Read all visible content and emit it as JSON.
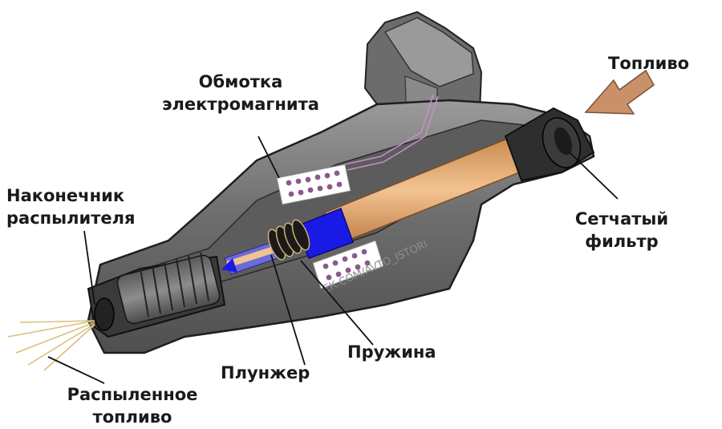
{
  "labels": {
    "coil_line1": "Обмотка",
    "coil_line2": "электромагнита",
    "fuel_in": "Топливо",
    "nozzle_line1": "Наконечник",
    "nozzle_line2": "распылителя",
    "filter_line1": "Сетчатый",
    "filter_line2": "фильтр",
    "spring": "Пружина",
    "plunger": "Плунжер",
    "spray_line1": "Распыленное",
    "spray_line2": "топливо"
  },
  "watermark": "ЕК.COM/AVTO_ISTORI",
  "colors": {
    "body_dark": "#4a4a4a",
    "body_mid": "#7a7a7a",
    "body_light": "#a8a8a8",
    "fuel": "#e8b07a",
    "plunger_blue": "#1a1ae6",
    "arrow": "#c8916a",
    "coil_dots": "#8a5a8a"
  }
}
